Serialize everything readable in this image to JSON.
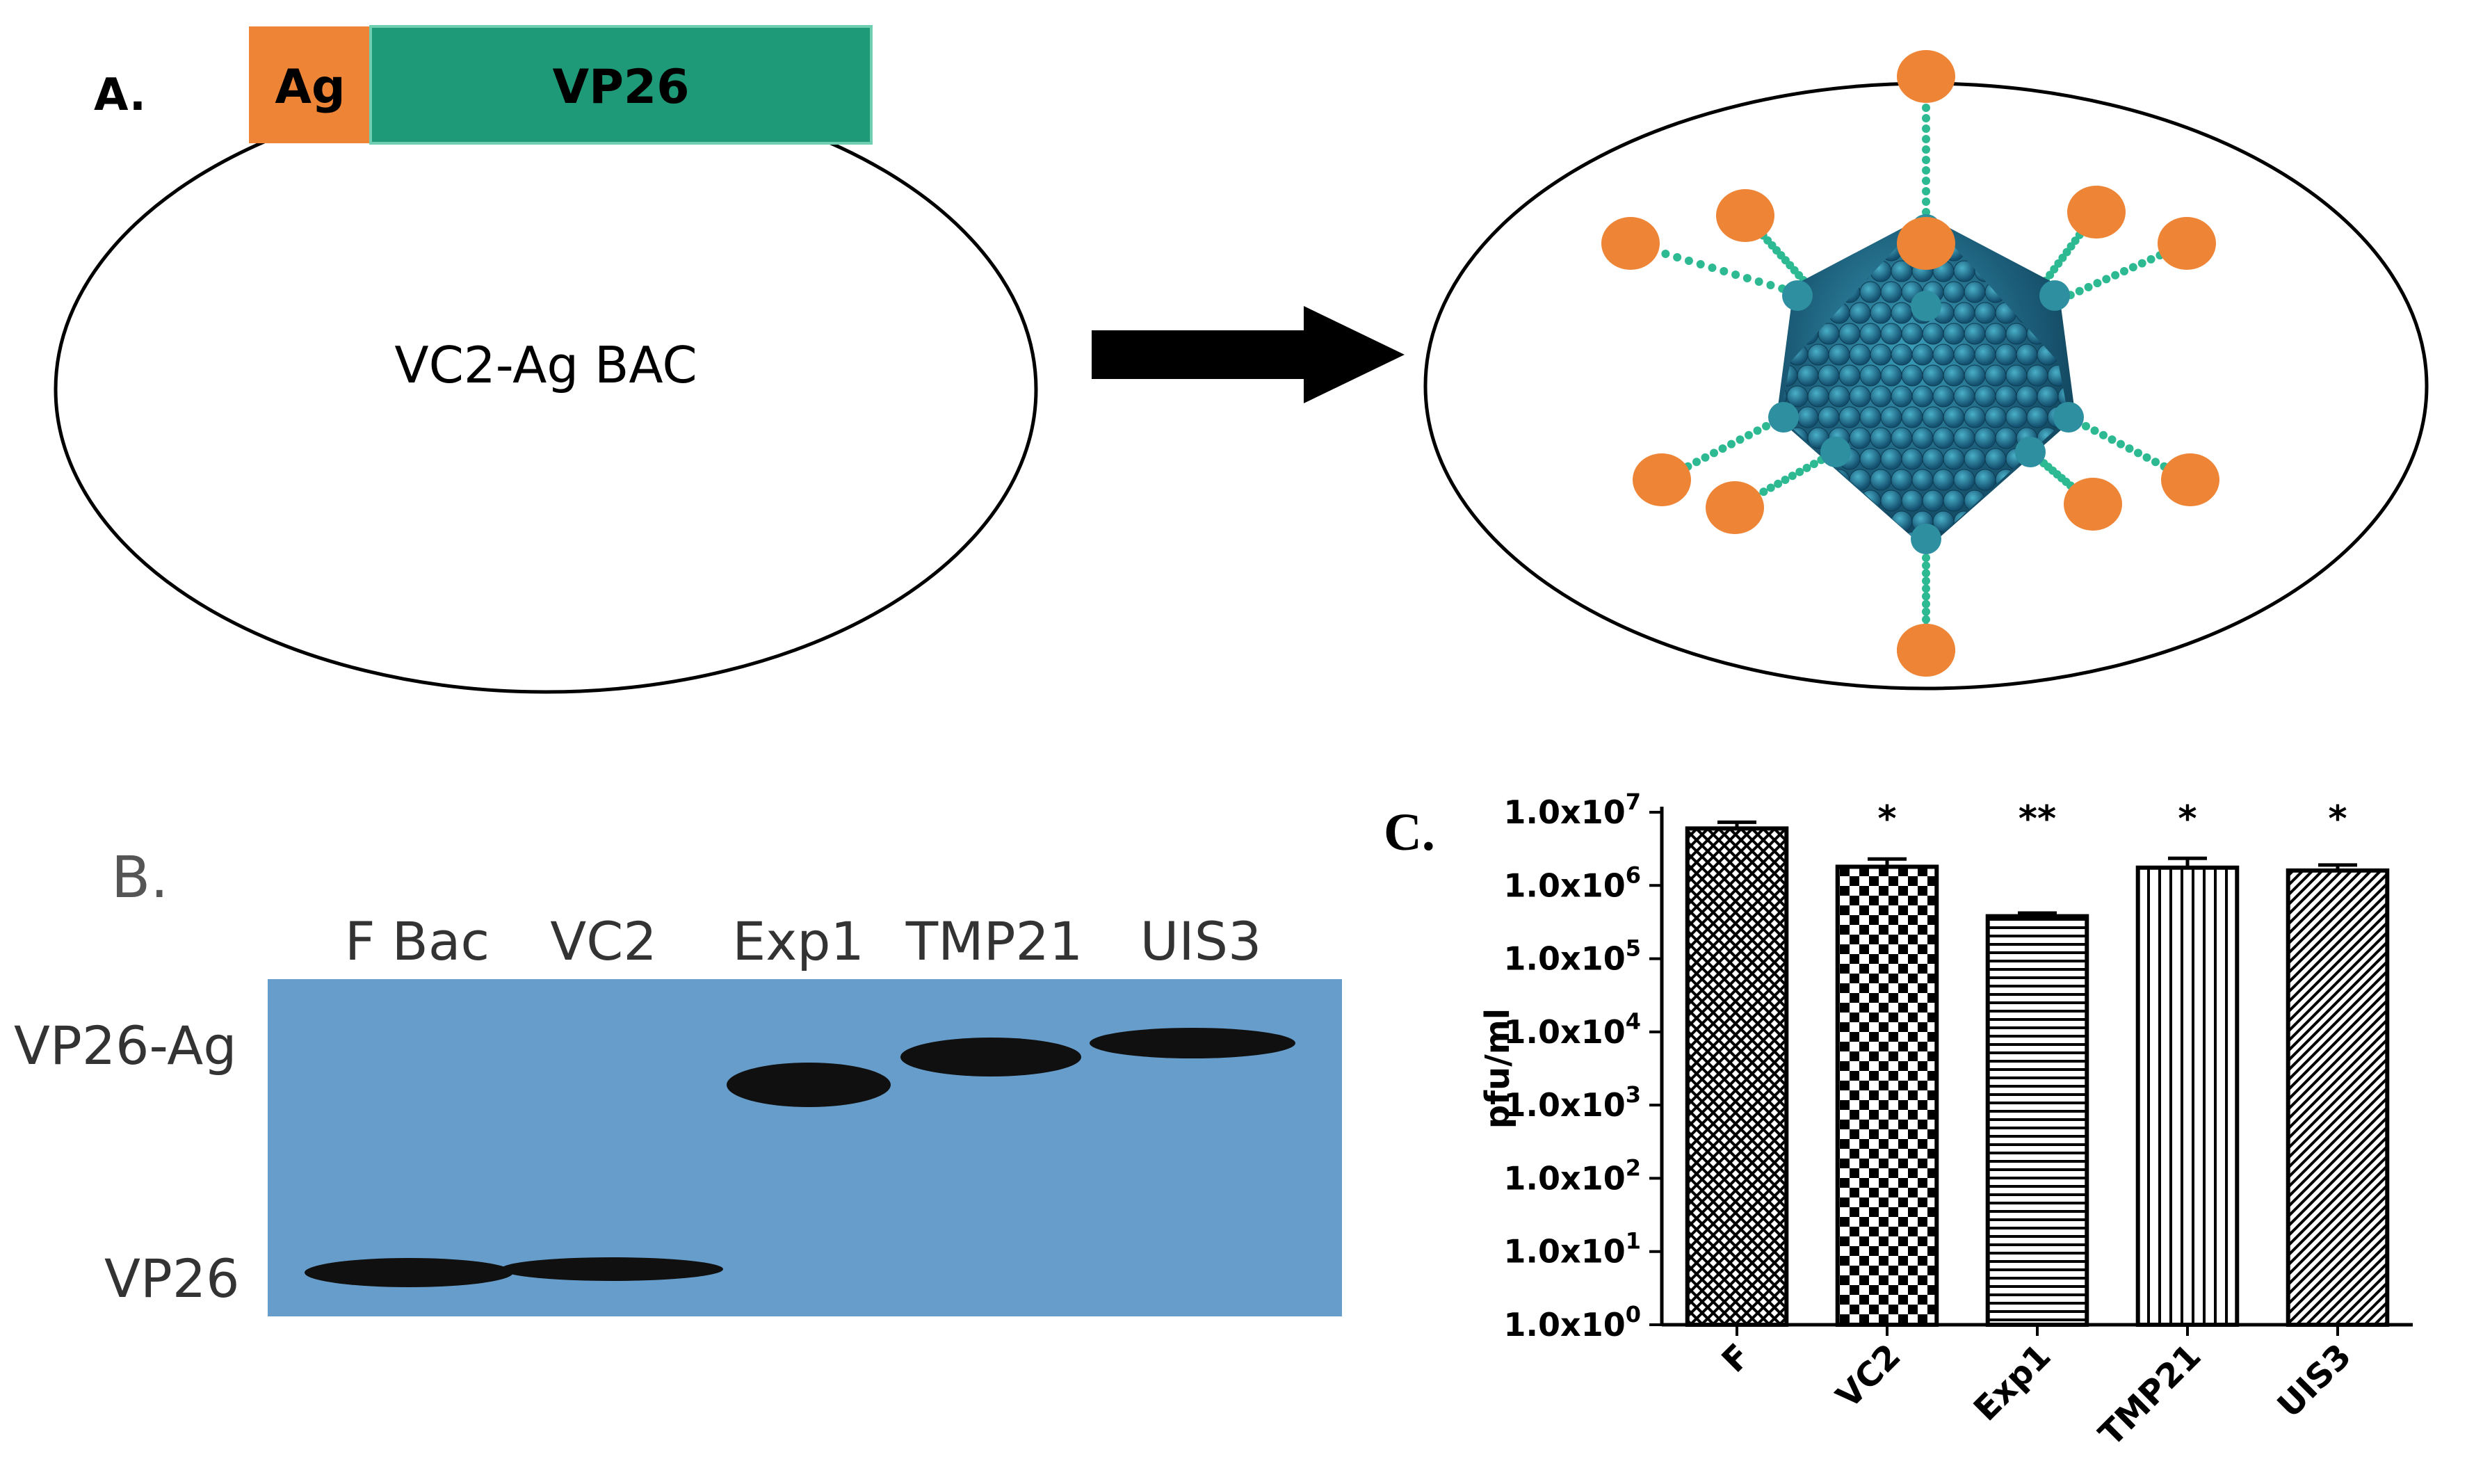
{
  "panel_a": {
    "label": "A.",
    "construct": {
      "ag_label": "Ag",
      "vp26_label": "VP26"
    },
    "bac_label": "VC2-Ag BAC",
    "colors": {
      "antigen": "#EE8436",
      "vp26": "#1E9A78",
      "capsid": "#1C5A73",
      "capsid_light": "#2E8FA0",
      "linker": "#2DB992"
    }
  },
  "panel_b": {
    "label": "B.",
    "lanes": [
      "F Bac",
      "VC2",
      "Exp1",
      "TMP21",
      "UIS3"
    ],
    "band_labels": [
      "VP26-Ag",
      "VP26"
    ],
    "blot_color": "#5E97C8"
  },
  "panel_c": {
    "label": "C.",
    "chart_data": {
      "type": "bar",
      "ylabel": "pfu/ml",
      "yscale": "log",
      "ylim": [
        1,
        10000000
      ],
      "ytick_labels": [
        "1.0x10^0",
        "1.0x10^1",
        "1.0x10^2",
        "1.0x10^3",
        "1.0x10^4",
        "1.0x10^5",
        "1.0x10^6",
        "1.0x10^7"
      ],
      "categories": [
        "F",
        "VC2",
        "Exp1",
        "TMP21",
        "UIS3"
      ],
      "values": [
        6000000,
        1800000,
        380000,
        1750000,
        1600000
      ],
      "errors": [
        1300000,
        500000,
        40000,
        600000,
        300000
      ],
      "significance": [
        "",
        "*",
        "**",
        "*",
        "*"
      ],
      "patterns": [
        "crosshatch",
        "checker",
        "horizontal",
        "vertical",
        "diagonal"
      ]
    }
  }
}
